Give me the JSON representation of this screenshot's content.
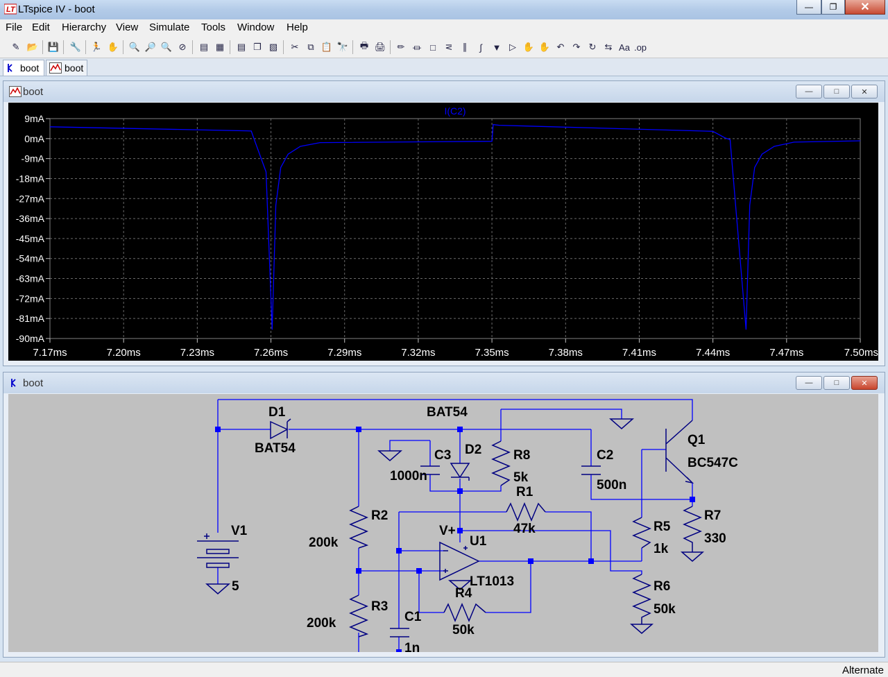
{
  "window": {
    "title": "LTspice IV - boot"
  },
  "menu": [
    "File",
    "Edit",
    "Hierarchy",
    "View",
    "Simulate",
    "Tools",
    "Window",
    "Help"
  ],
  "tabs": [
    {
      "label": "boot",
      "icon": "schematic-icon"
    },
    {
      "label": "boot",
      "icon": "waveform-icon"
    }
  ],
  "plot_window": {
    "title": "boot"
  },
  "schematic_window": {
    "title": "boot"
  },
  "chart_data": {
    "type": "line",
    "title": "I(C2)",
    "xlabel": "",
    "ylabel": "",
    "x_ticks": [
      "7.17ms",
      "7.20ms",
      "7.23ms",
      "7.26ms",
      "7.29ms",
      "7.32ms",
      "7.35ms",
      "7.38ms",
      "7.41ms",
      "7.44ms",
      "7.47ms",
      "7.50ms"
    ],
    "y_ticks": [
      "9mA",
      "0mA",
      "-9mA",
      "-18mA",
      "-27mA",
      "-36mA",
      "-45mA",
      "-54mA",
      "-63mA",
      "-72mA",
      "-81mA",
      "-90mA"
    ],
    "xlim": [
      7.17,
      7.5
    ],
    "ylim": [
      -90,
      9
    ],
    "grid": true,
    "series": [
      {
        "name": "I(C2)",
        "color": "#0000ff",
        "x": [
          7.17,
          7.25,
          7.252,
          7.253,
          7.258,
          7.2605,
          7.262,
          7.264,
          7.267,
          7.272,
          7.28,
          7.35,
          7.3505,
          7.353,
          7.44,
          7.445,
          7.447,
          7.4535,
          7.455,
          7.457,
          7.46,
          7.465,
          7.473,
          7.5
        ],
        "y": [
          5.3,
          3.5,
          3.4,
          0.2,
          -15,
          -86,
          -30,
          -13,
          -7,
          -3.5,
          -1.8,
          -1.2,
          6.3,
          6.0,
          3.3,
          0.3,
          -0.5,
          -86,
          -30,
          -13,
          -7,
          -3.5,
          -1.6,
          -1.0
        ]
      }
    ]
  },
  "schematic": {
    "labels": {
      "d1_name": "D1",
      "d1_value": "BAT54",
      "d2_name": "D2",
      "d2_model": "BAT54",
      "c3_name": "C3",
      "c3_value": "1000n",
      "r8_name": "R8",
      "r8_value": "5k",
      "c2_name": "C2",
      "c2_value": "500n",
      "q1_name": "Q1",
      "q1_value": "BC547C",
      "r1_name": "R1",
      "r1_value": "47k",
      "r2_name": "R2",
      "r2_value": "200k",
      "r3_name": "R3",
      "r3_value": "200k",
      "v1_name": "V1",
      "v1_value": "5",
      "vplus": "V+",
      "u1_name": "U1",
      "u1_value": "LT1013",
      "r4_name": "R4",
      "r4_value": "50k",
      "c1_name": "C1",
      "c1_value": "1n",
      "r5_name": "R5",
      "r5_value": "1k",
      "r6_name": "R6",
      "r6_value": "50k",
      "r7_name": "R7",
      "r7_value": "330"
    }
  },
  "status": {
    "text": "Alternate"
  },
  "colors": {
    "plot_bg": "#000000",
    "trace": "#0000ff",
    "wire": "#0000ff",
    "schematic_bg": "#c0c0c0",
    "component": "#000080"
  }
}
